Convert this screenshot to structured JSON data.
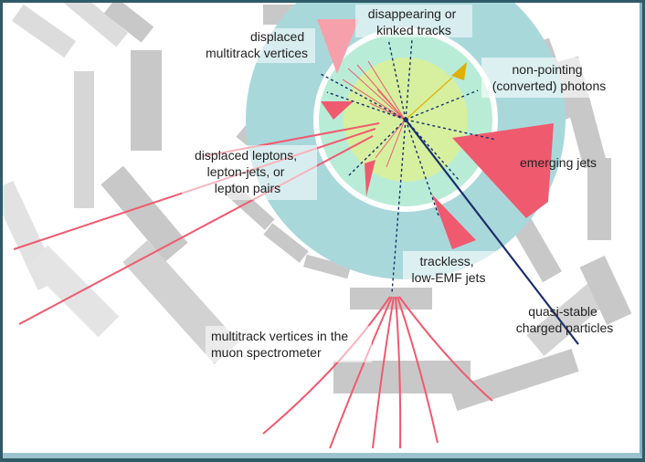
{
  "colors": {
    "detector_gray": "#c8c8c8",
    "outer_ring": "#a9d8db",
    "inner_ring": "#b8ecd7",
    "core": "#d6f0a0",
    "signature_red": "#f05a6e",
    "charged_track": "#1a2f6b",
    "photon": "#e0b000",
    "frame": "#2f5a68"
  },
  "labels": {
    "disappearing": [
      "disappearing or",
      "kinked tracks"
    ],
    "displaced_multitrack": [
      "displaced",
      "multitrack vertices"
    ],
    "nonpointing": [
      "non-pointing",
      "(converted) photons"
    ],
    "displaced_leptons": [
      "displaced leptons,",
      "lepton-jets, or",
      "lepton pairs"
    ],
    "emerging_jets": [
      "emerging jets"
    ],
    "trackless": [
      "trackless,",
      "low-EMF jets"
    ],
    "quasi_stable": [
      "quasi-stable",
      "charged particles"
    ],
    "muon_vertices": [
      "multitrack vertices in the",
      "muon spectrometer"
    ]
  }
}
